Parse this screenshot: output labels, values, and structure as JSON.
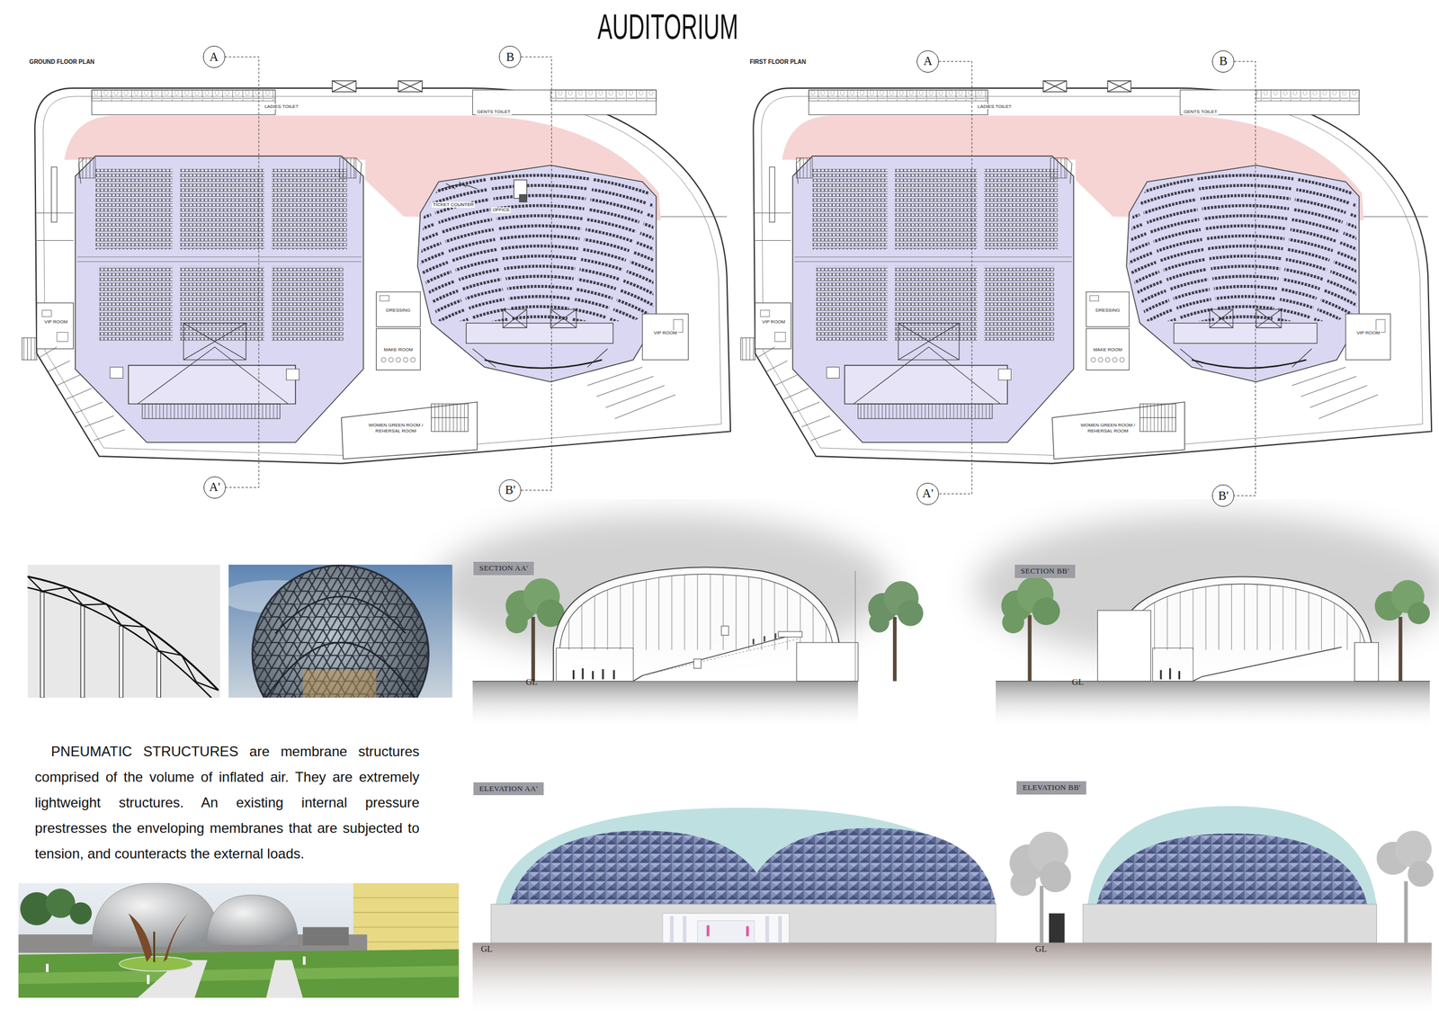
{
  "diagram": {
    "title": "AUDITORIUM",
    "nodes": [
      {
        "text": [
          "A"
        ]
      },
      {
        "text": [
          "B"
        ]
      },
      {
        "text": [
          "A"
        ]
      },
      {
        "text": [
          "B"
        ]
      },
      {
        "text": [
          "A'"
        ]
      },
      {
        "text": [
          "B'"
        ]
      },
      {
        "text": [
          "A'"
        ]
      },
      {
        "text": [
          "B'"
        ]
      },
      {
        "text": [
          "SECTION AA'"
        ]
      },
      {
        "text": [
          "SECTION BB'"
        ]
      },
      {
        "text": [
          "ELEVATION AA'"
        ]
      },
      {
        "text": [
          "ELEVATION BB'"
        ]
      }
    ],
    "edges": [
      {
        "from": 0,
        "to": 4,
        "arrow": "none"
      },
      {
        "from": 1,
        "to": 5,
        "arrow": "none"
      },
      {
        "from": 2,
        "to": 6,
        "arrow": "none"
      },
      {
        "from": 3,
        "to": 7,
        "arrow": "none"
      }
    ],
    "labels": [
      "GROUND FLOOR PLAN",
      "FIRST FLOOR PLAN",
      "LADIES TOILET",
      "GENTS TOILET",
      "TICKET COUNTER",
      "OFFICE",
      "VIP ROOM",
      "DRESSING",
      "MAKE ROOM",
      "VIP ROOM",
      "WOMEN GREEN ROOM / REHERSAL ROOM",
      "LADIES TOILET",
      "GENTS TOILET",
      "VIP ROOM",
      "DRESSING",
      "MAKE ROOM",
      "VIP ROOM",
      "WOMEN GREEN ROOM / REHERSAL ROOM",
      "GL",
      "GL",
      "GL",
      "GL",
      "PNEUMATIC STRUCTURES are membrane structures comprised of the volume of inflated air. They are extremely lightweight structures. An existing internal pressure prestresses the enveloping membranes that are subjected to tension, and counteracts the external loads."
    ]
  }
}
